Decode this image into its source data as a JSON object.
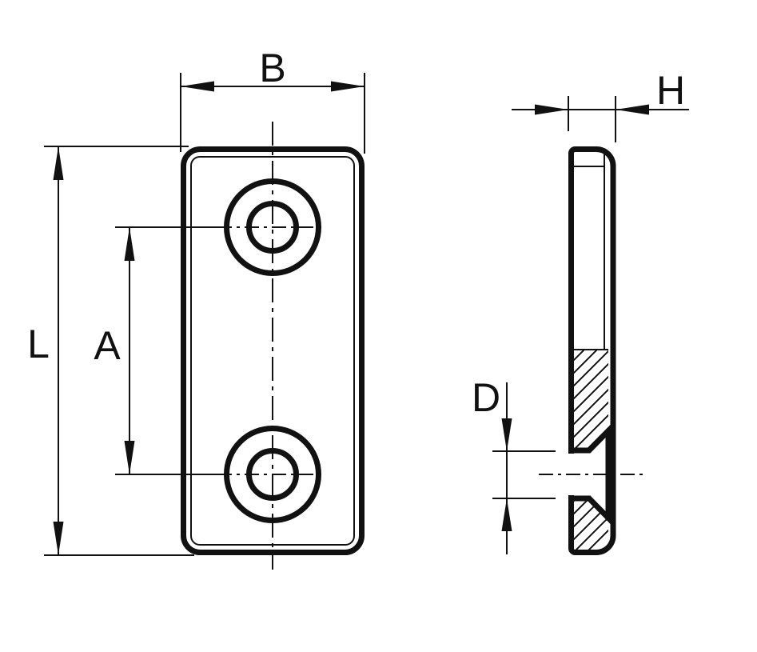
{
  "drawing": {
    "background_color": "#ffffff",
    "line_color": "#111111",
    "labels": {
      "width": "B",
      "length": "L",
      "hole_spacing": "A",
      "thickness": "H",
      "hole_diameter": "D"
    }
  }
}
